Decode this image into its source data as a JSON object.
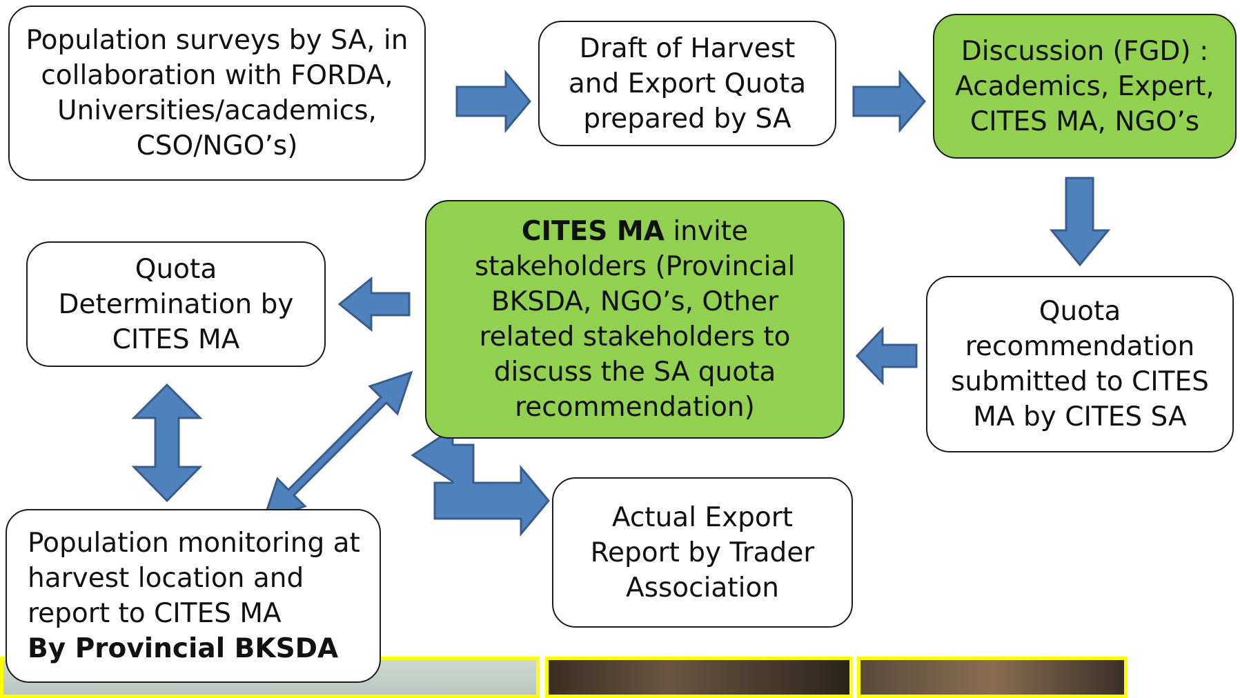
{
  "colors": {
    "arrow_fill": "#4f81bd",
    "arrow_stroke": "#385d8a",
    "green_box": "#92d050",
    "photo_border": "#ffff00"
  },
  "boxes": {
    "surveys": {
      "lines": [
        "Population surveys by SA, in",
        "collaboration with FORDA,",
        "Universities/academics,",
        "CSO/NGO’s)"
      ]
    },
    "draft": {
      "lines": [
        "Draft of Harvest",
        "and Export Quota",
        "prepared by SA"
      ]
    },
    "discussion": {
      "lines": [
        "Discussion (FGD) :",
        "Academics, Expert,",
        "CITES MA, NGO’s"
      ]
    },
    "cites_ma": {
      "bold_lead": "CITES MA",
      "lead_rest": " invite",
      "lines": [
        "stakeholders (Provincial",
        "BKSDA, NGO’s, Other",
        "related stakeholders to",
        "discuss the SA quota",
        "recommendation)"
      ]
    },
    "quota_det": {
      "lines": [
        "Quota",
        "Determination by",
        "CITES MA"
      ]
    },
    "quota_rec": {
      "lines": [
        "Quota",
        "recommendation",
        "submitted to CITES",
        "MA by CITES SA"
      ]
    },
    "export_report": {
      "lines": [
        "Actual Export",
        "Report by Trader",
        "Association"
      ]
    },
    "monitoring": {
      "lines": [
        "Population monitoring at",
        "harvest location and",
        "report to CITES MA"
      ],
      "bold_line": "By Provincial BKSDA"
    }
  },
  "photos": [
    "photo-left",
    "photo-middle",
    "photo-right"
  ]
}
